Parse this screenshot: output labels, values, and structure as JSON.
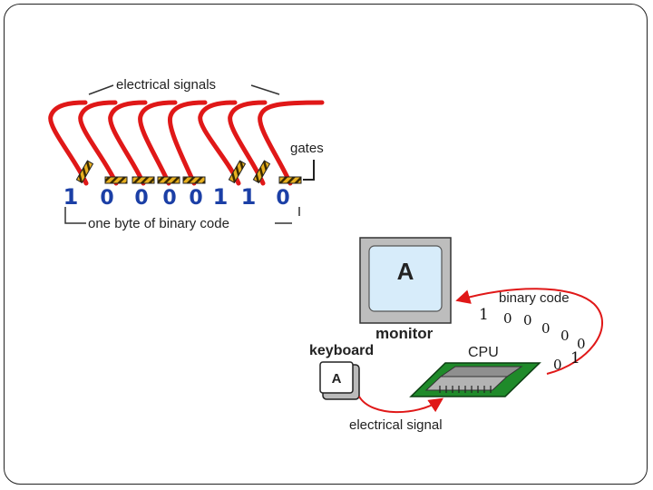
{
  "top_diagram": {
    "signals_label": "electrical signals",
    "gates_label": "gates",
    "byte_label": "one byte of binary code",
    "bits": [
      "1",
      "0",
      "0",
      "0",
      "0",
      "1",
      "1",
      "0"
    ]
  },
  "bottom_diagram": {
    "monitor_letter": "A",
    "monitor_label": "monitor",
    "keyboard_label": "keyboard",
    "key_letter": "A",
    "cpu_label": "CPU",
    "binary_code_label": "binary code",
    "code_bits": [
      "1",
      "0",
      "0",
      "0",
      "0",
      "0",
      "0",
      "1"
    ],
    "signal_label": "electrical signal"
  },
  "colors": {
    "wire": "#e01818",
    "bit_blue": "#1b3fa6",
    "gate_yellow": "#e8b020",
    "chip_green": "#1f8a2a",
    "screen_blue": "#d7ecfa"
  }
}
